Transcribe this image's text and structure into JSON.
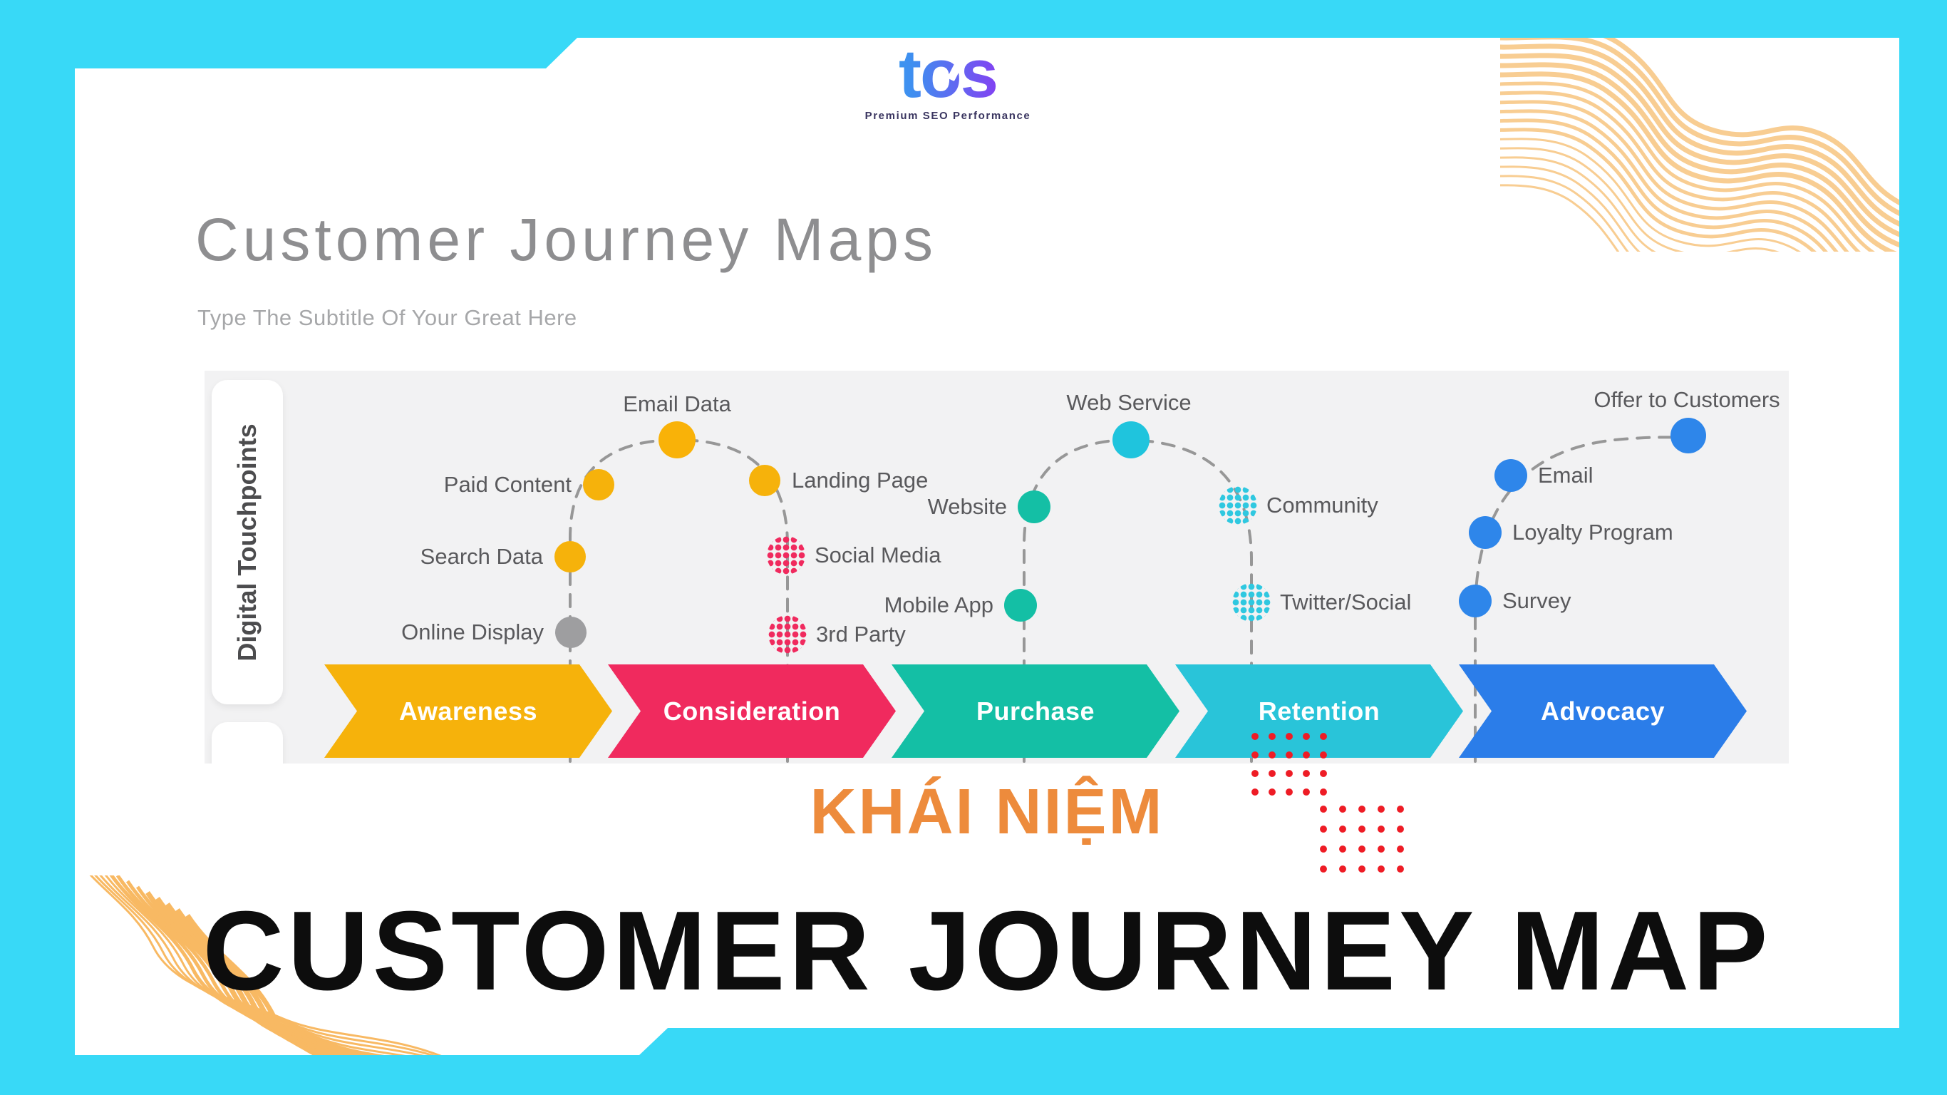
{
  "logo": {
    "text": "tos",
    "tagline": "Premium SEO Performance"
  },
  "header": {
    "title": "Customer Journey Maps",
    "subtitle": "Type The Subtitle Of Your Great Here"
  },
  "diagram": {
    "sidebar_label": "Digital Touchpoints",
    "stages": [
      {
        "label": "Awareness",
        "color": "#f6b20b"
      },
      {
        "label": "Consideration",
        "color": "#f02a5e"
      },
      {
        "label": "Purchase",
        "color": "#14bfa5"
      },
      {
        "label": "Retention",
        "color": "#29c4d9"
      },
      {
        "label": "Advocacy",
        "color": "#2b7de9"
      }
    ],
    "touchpoints": [
      {
        "label": "Online Display",
        "dot": "solid",
        "color": "#9e9ea0"
      },
      {
        "label": "Search Data",
        "dot": "solid",
        "color": "#f6b20b"
      },
      {
        "label": "Paid Content",
        "dot": "solid",
        "color": "#f6b20b"
      },
      {
        "label": "Email Data",
        "dot": "solid",
        "color": "#f9b208"
      },
      {
        "label": "Landing Page",
        "dot": "solid",
        "color": "#f6b20b"
      },
      {
        "label": "Social Media",
        "dot": "halftone",
        "color": "#f02a5e"
      },
      {
        "label": "3rd Party",
        "dot": "halftone",
        "color": "#f02a5e"
      },
      {
        "label": "Mobile App",
        "dot": "solid",
        "color": "#14bfa5"
      },
      {
        "label": "Website",
        "dot": "solid",
        "color": "#14bfa5"
      },
      {
        "label": "Web Service",
        "dot": "solid",
        "color": "#1fc4dd"
      },
      {
        "label": "Community",
        "dot": "halftone",
        "color": "#2fc8e0"
      },
      {
        "label": "Twitter/Social",
        "dot": "halftone",
        "color": "#2fc8e0"
      },
      {
        "label": "Survey",
        "dot": "solid",
        "color": "#2e86ea"
      },
      {
        "label": "Loyalty Program",
        "dot": "solid",
        "color": "#2e86ea"
      },
      {
        "label": "Email",
        "dot": "solid",
        "color": "#2e86ea"
      },
      {
        "label": "Offer to Customers",
        "dot": "solid",
        "color": "#2e86ea"
      }
    ]
  },
  "caption": {
    "kicker": "KHÁI NIỆM",
    "title": "CUSTOMER JOURNEY MAP"
  },
  "colors": {
    "border": "#38d9f7",
    "accent_orange": "#ed8b3c",
    "red_dots": "#ee1c25",
    "wave_top": "#f8cd92",
    "wave_bottom": "#f8b963"
  }
}
